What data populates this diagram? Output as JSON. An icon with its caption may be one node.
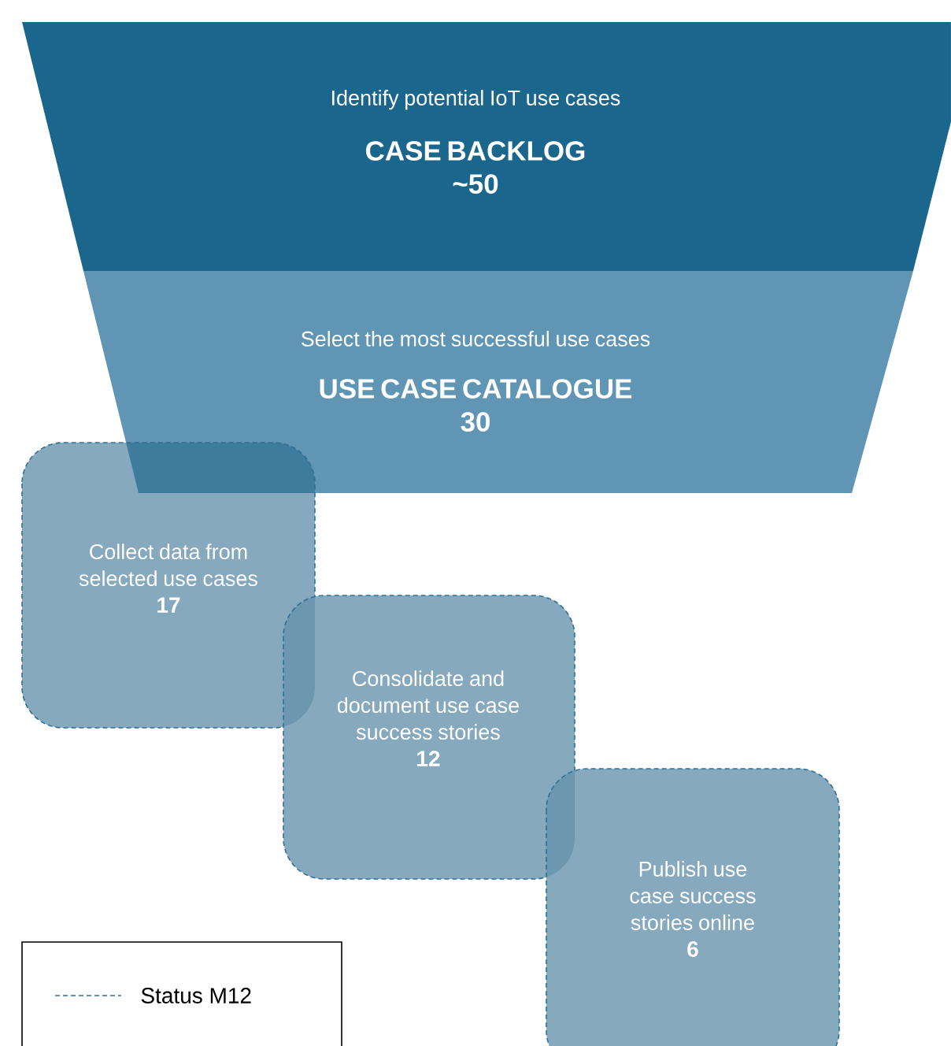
{
  "diagram": {
    "nodes": [
      {
        "text": [
          "Identify potential IoT use cases",
          "CASE BACKLOG",
          "~50"
        ]
      },
      {
        "text": [
          "Select the most successful use cases",
          "USE CASE CATALOGUE",
          "30"
        ]
      },
      {
        "text": [
          "Collect data from selected use cases",
          "17"
        ]
      },
      {
        "text": [
          "Consolidate and document use case success stories",
          "12"
        ]
      },
      {
        "text": [
          "Publish use case success stories online",
          "6"
        ]
      }
    ],
    "legend": [
      {
        "text": "Status M12"
      }
    ]
  }
}
